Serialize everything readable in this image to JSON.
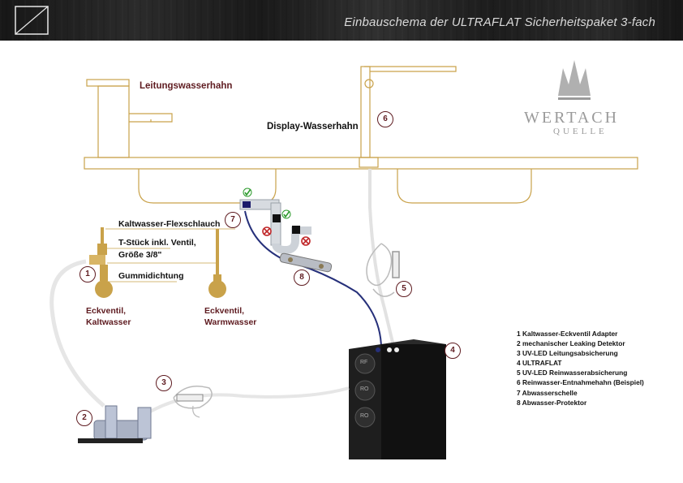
{
  "header": {
    "title": "Einbauschema der ULTRAFLAT Sicherheitspaket 3-fach"
  },
  "brand": {
    "name": "WERTACH",
    "tagline": "QUELLE"
  },
  "labels": {
    "tap_mains": "Leitungswasserhahn",
    "tap_display": "Display-Wasserhahn",
    "cold_hose": "Kaltwasser-Flexschlauch",
    "tee_line1": "T-Stück inkl. Ventil,",
    "tee_line2": "Größe 3/8\"",
    "gasket": "Gummidichtung",
    "angle_cold_1": "Eckventil,",
    "angle_cold_2": "Kaltwasser",
    "angle_warm_1": "Eckventil,",
    "angle_warm_2": "Warmwasser"
  },
  "markers": [
    "1",
    "2",
    "3",
    "4",
    "5",
    "6",
    "7",
    "8"
  ],
  "device_labels": [
    "RF",
    "RO",
    "RO"
  ],
  "legend": [
    "1  Kaltwasser-Eckventil Adapter",
    "2  mechanischer Leaking Detektor",
    "3  UV-LED Leitungsabsicherung",
    "4  ULTRAFLAT",
    "5  UV-LED Reinwasserabsicherung",
    "6  Reinwasser-Entnahmehahn (Beispiel)",
    "7  Abwasserschelle",
    "8 Abwasser-Protektor"
  ],
  "colors": {
    "accent": "#5e1b20",
    "gold": "#c9a24a",
    "drain_blue": "#26307a"
  }
}
